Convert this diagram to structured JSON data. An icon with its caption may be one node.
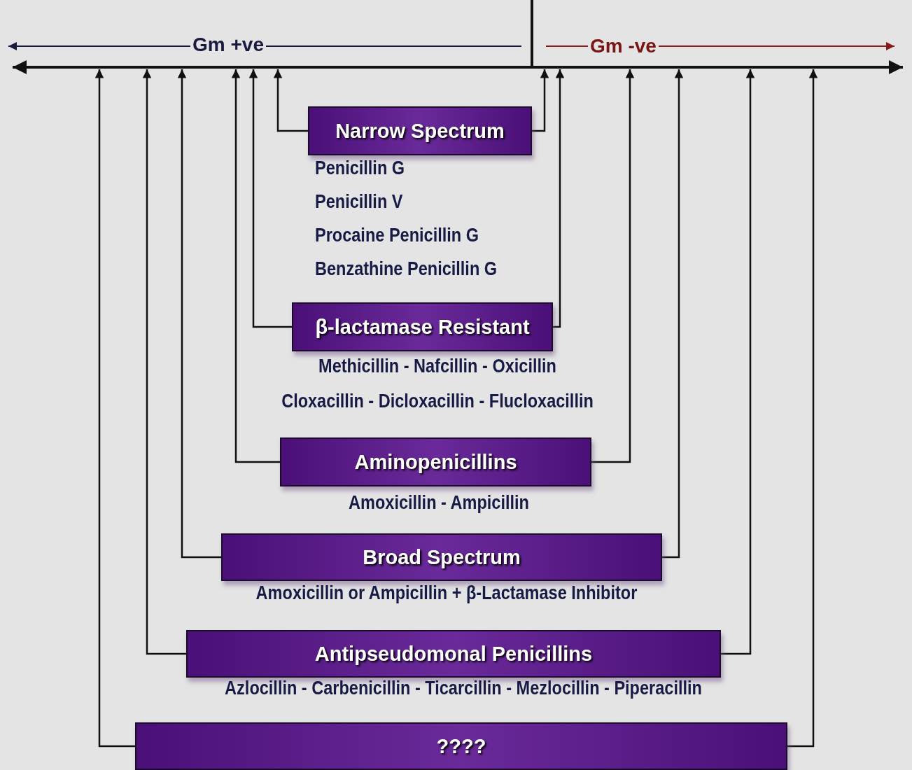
{
  "diagram": {
    "nodes": [
      {
        "text": [],
        "shape": "bar"
      },
      {
        "text": [
          "Narrow Spectrum"
        ],
        "beside": [
          "Penicillin G",
          "Penicillin V",
          "Procaine Penicillin G",
          "Benzathine Penicillin G"
        ]
      },
      {
        "text": [
          "β-lactamase Resistant"
        ],
        "beside": [
          "Methicillin - Nafcillin - Oxicillin",
          "Cloxacillin - Dicloxacillin - Flucloxacillin"
        ]
      },
      {
        "text": [
          "Aminopenicillins"
        ],
        "beside": [
          "Amoxicillin - Ampicillin"
        ]
      },
      {
        "text": [
          "Broad Spectrum"
        ],
        "beside": [
          "Amoxicillin or Ampicillin + β-Lactamase Inhibitor"
        ]
      },
      {
        "text": [
          "Antipseudomonal Penicillins"
        ],
        "beside": [
          "Azlocillin - Carbenicillin - Ticarcillin - Mezlocillin - Piperacillin"
        ]
      },
      {
        "text": [
          "????"
        ]
      }
    ],
    "edges": [
      {
        "from": 1,
        "to": 0,
        "arrow": "to"
      },
      {
        "from": 1,
        "to": 0,
        "arrow": "to"
      },
      {
        "from": 2,
        "to": 0,
        "arrow": "to"
      },
      {
        "from": 2,
        "to": 0,
        "arrow": "to"
      },
      {
        "from": 3,
        "to": 0,
        "arrow": "to"
      },
      {
        "from": 3,
        "to": 0,
        "arrow": "to"
      },
      {
        "from": 4,
        "to": 0,
        "arrow": "to"
      },
      {
        "from": 4,
        "to": 0,
        "arrow": "to"
      },
      {
        "from": 5,
        "to": 0,
        "arrow": "to"
      },
      {
        "from": 5,
        "to": 0,
        "arrow": "to"
      },
      {
        "from": 6,
        "to": 0,
        "arrow": "to"
      },
      {
        "from": 6,
        "to": 0,
        "arrow": "to"
      }
    ],
    "labels": [
      "Gm +ve",
      "Gm -ve"
    ]
  }
}
